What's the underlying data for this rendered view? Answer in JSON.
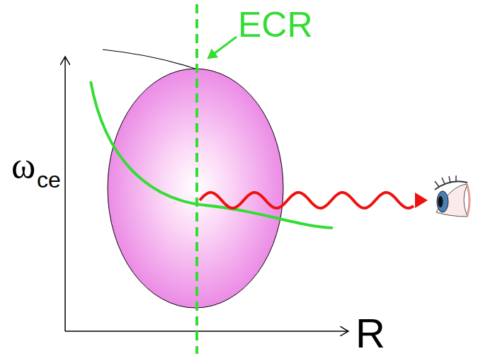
{
  "diagram": {
    "labels": [
      "ECR",
      "ω",
      "ce",
      "R"
    ]
  }
}
